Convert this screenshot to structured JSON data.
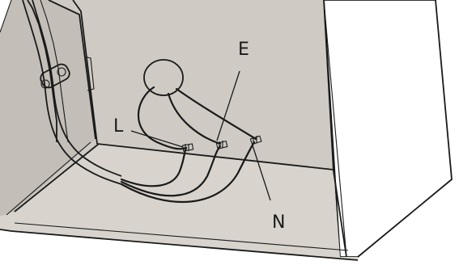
{
  "labels": {
    "live": "L",
    "earth": "E",
    "neutral": "N"
  },
  "colors": {
    "panel": "#cfcbc4",
    "panel_shadow": "#bdb8b1",
    "floor": "#d6d2cb",
    "side_panel": "#ffffff",
    "line": "#1a1a1a"
  }
}
